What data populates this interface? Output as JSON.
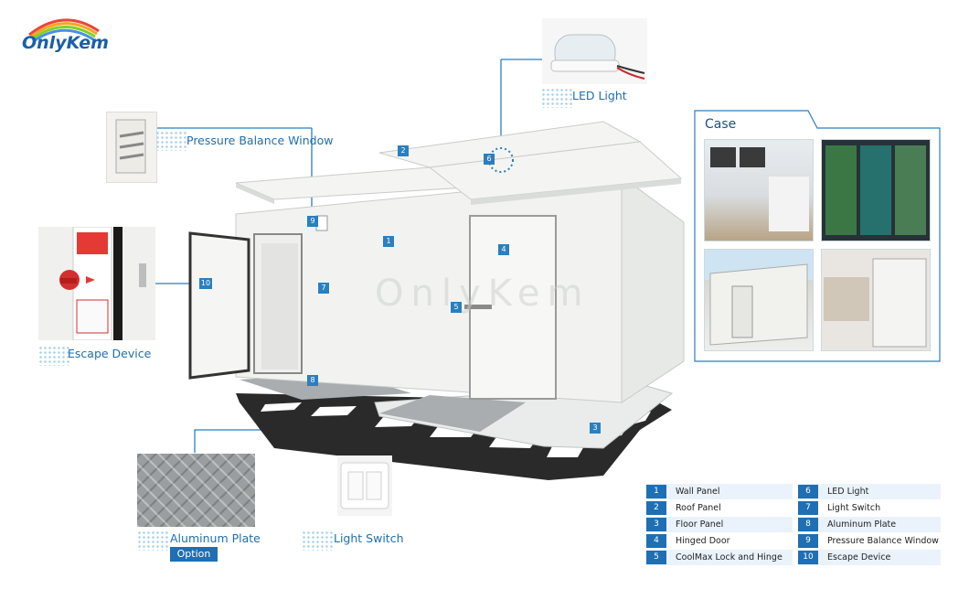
{
  "brand": {
    "name": "OnlyKem"
  },
  "watermark": "OnlyKem",
  "callouts": {
    "led_light": "LED Light",
    "pressure_window": "Pressure Balance Window",
    "escape_device": "Escape Device",
    "aluminum_plate": "Aluminum Plate",
    "option": "Option",
    "light_switch": "Light Switch"
  },
  "case_panel": {
    "title": "Case"
  },
  "markers": [
    "1",
    "2",
    "3",
    "4",
    "5",
    "6",
    "7",
    "8",
    "9",
    "10"
  ],
  "legend": [
    {
      "num": "1",
      "label": "Wall Panel"
    },
    {
      "num": "2",
      "label": "Roof Panel"
    },
    {
      "num": "3",
      "label": "Floor Panel"
    },
    {
      "num": "4",
      "label": "Hinged Door"
    },
    {
      "num": "5",
      "label": "CoolMax Lock and Hinge"
    },
    {
      "num": "6",
      "label": "LED Light"
    },
    {
      "num": "7",
      "label": "Light Switch"
    },
    {
      "num": "8",
      "label": "Aluminum Plate"
    },
    {
      "num": "9",
      "label": "Pressure Balance Window"
    },
    {
      "num": "10",
      "label": "Escape Device"
    }
  ],
  "colors": {
    "accent": "#1e6fb3",
    "brand": "#1a5fa8",
    "panel": "#f2f3f0"
  }
}
